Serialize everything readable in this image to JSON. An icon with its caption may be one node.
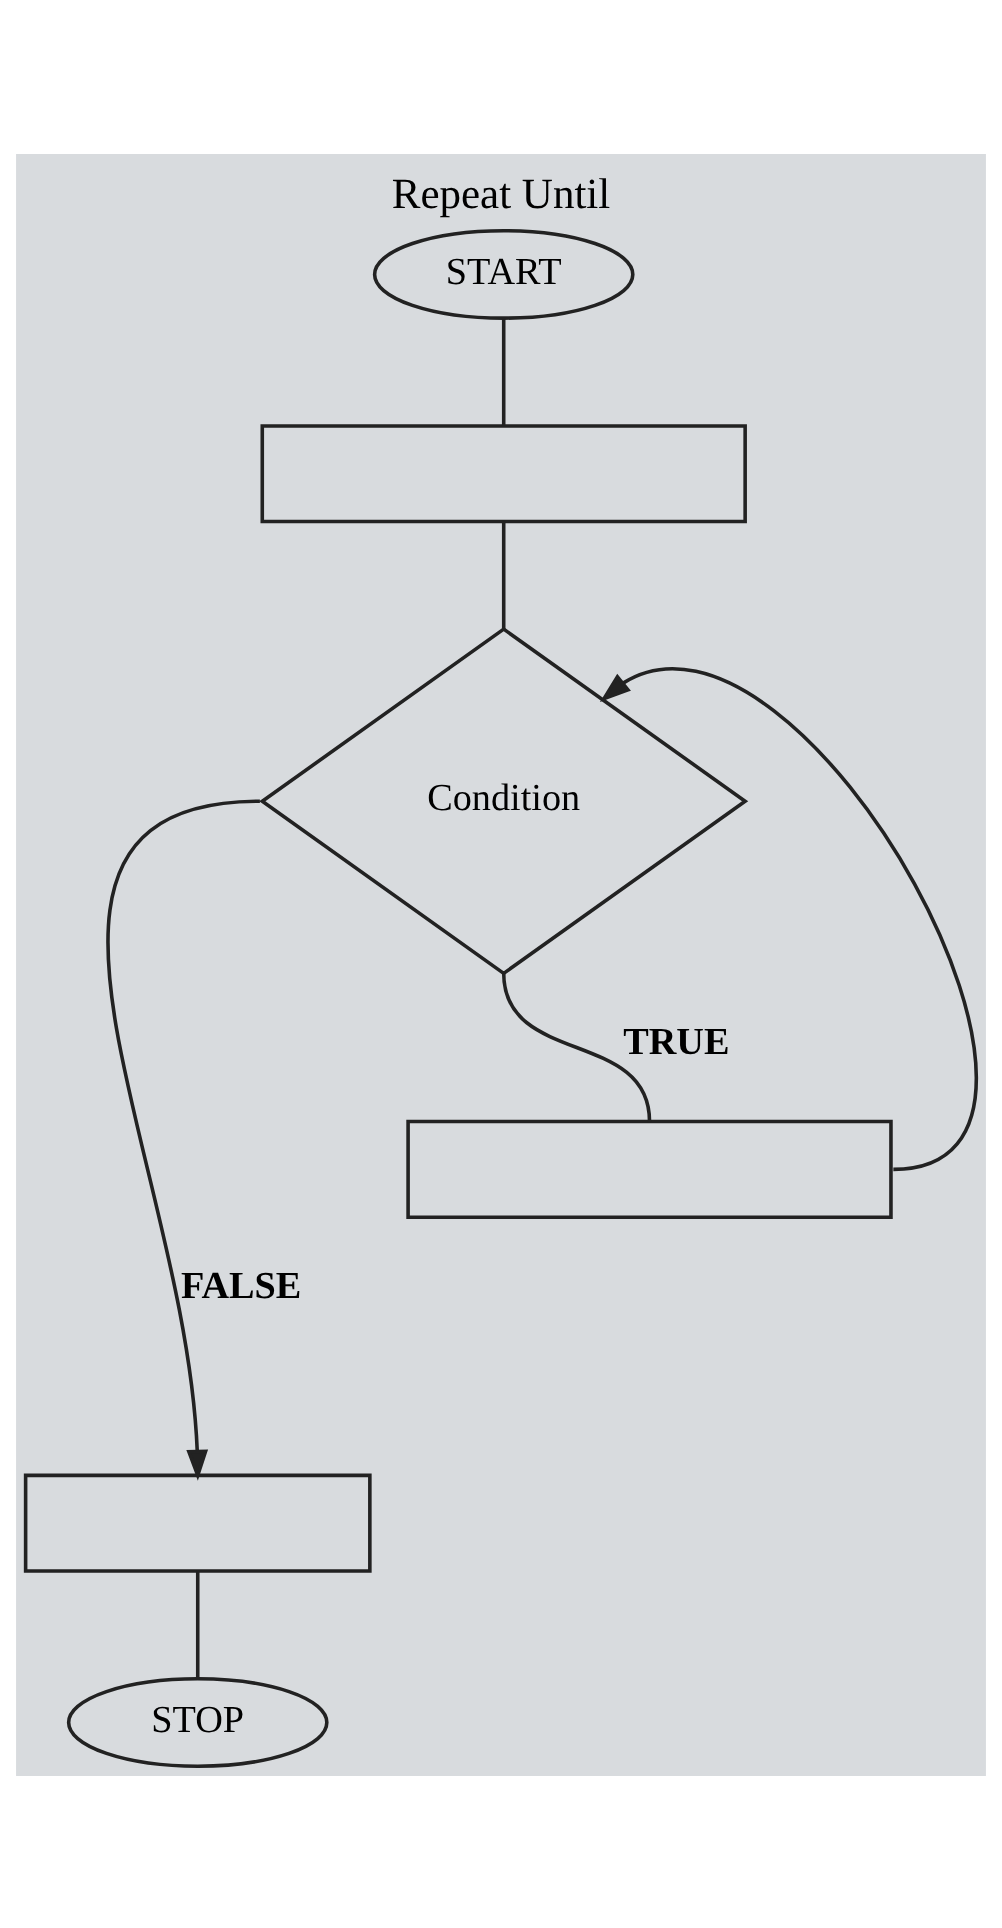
{
  "diagram": {
    "title": "Repeat Until",
    "nodes": [
      {
        "text": [
          "START"
        ]
      },
      {
        "text": [],
        "shape": "box"
      },
      {
        "text": [
          "Condition"
        ]
      },
      {
        "text": [],
        "shape": "box"
      },
      {
        "text": [],
        "shape": "box"
      },
      {
        "text": [
          "STOP"
        ]
      }
    ],
    "edges": [
      {
        "from": 0,
        "to": 1,
        "arrow": "none"
      },
      {
        "from": 1,
        "to": 2,
        "arrow": "none"
      },
      {
        "from": 2,
        "to": 3,
        "label": "TRUE",
        "arrow": "none"
      },
      {
        "from": 3,
        "to": 2,
        "arrow": "to"
      },
      {
        "from": 2,
        "to": 4,
        "label": "FALSE",
        "arrow": "to"
      },
      {
        "from": 4,
        "to": 5,
        "arrow": "none"
      }
    ]
  }
}
